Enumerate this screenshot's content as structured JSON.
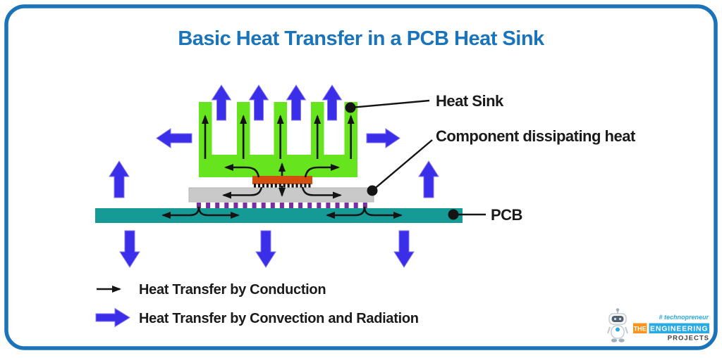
{
  "title": "Basic Heat Transfer in a PCB Heat Sink",
  "diagram": {
    "labels": {
      "heat_sink": "Heat Sink",
      "component": "Component dissipating heat",
      "pcb": "PCB"
    }
  },
  "legend": {
    "conduction": "Heat Transfer by Conduction",
    "convection_radiation": "Heat Transfer by Convection and Radiation"
  },
  "logo": {
    "tagline": "# technopreneur",
    "word_the": "THE",
    "word_engineering": "ENGINEERING",
    "word_projects": "PROJECTS"
  },
  "colors": {
    "border_blue": "#1b73b9",
    "title_blue": "#1a74bb",
    "heatsink_green": "#66e51e",
    "convection_blue": "#3a2ee8",
    "arrow_edge": "#8577ef",
    "component_orange": "#d1500f",
    "plate_gray": "#c9c9c9",
    "pcb_teal": "#169a96",
    "pin_purple": "#7a2fa0",
    "conduction_black": "#141414",
    "label_black": "#1a1a1a",
    "logo_orange": "#f7941e",
    "logo_blue": "#29abe2",
    "logo_dark": "#404041"
  }
}
